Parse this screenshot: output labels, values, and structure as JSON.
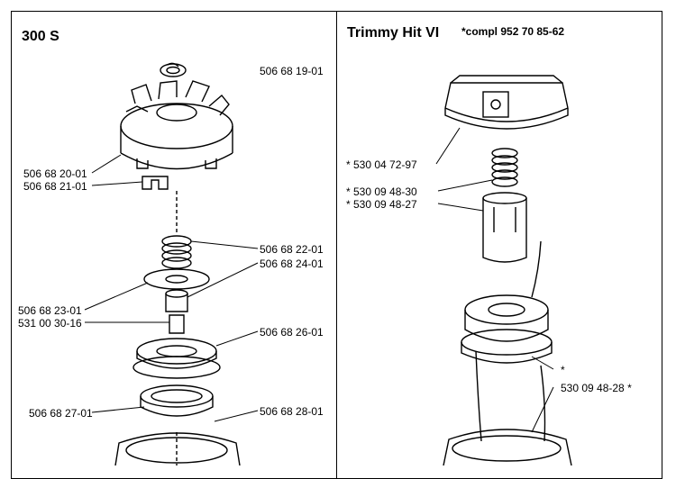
{
  "left": {
    "title": "300 S",
    "labels": {
      "p1": "506 68 19-01",
      "p2": "506 68 20-01",
      "p3": "506 68 21-01",
      "p4": "506 68 22-01",
      "p5": "506 68 24-01",
      "p6": "506 68 23-01",
      "p7": "531 00 30-16",
      "p8": "506 68 26-01",
      "p9": "506 68 27-01",
      "p10": "506 68 28-01"
    }
  },
  "right": {
    "title": "Trimmy Hit VI",
    "subtitle": "*compl 952 70 85-62",
    "labels": {
      "p1": "* 530 04 72-97",
      "p2": "* 530 09 48-30",
      "p3": "* 530 09 48-27",
      "p4": "*",
      "p5": "530 09 48-28 *"
    }
  }
}
